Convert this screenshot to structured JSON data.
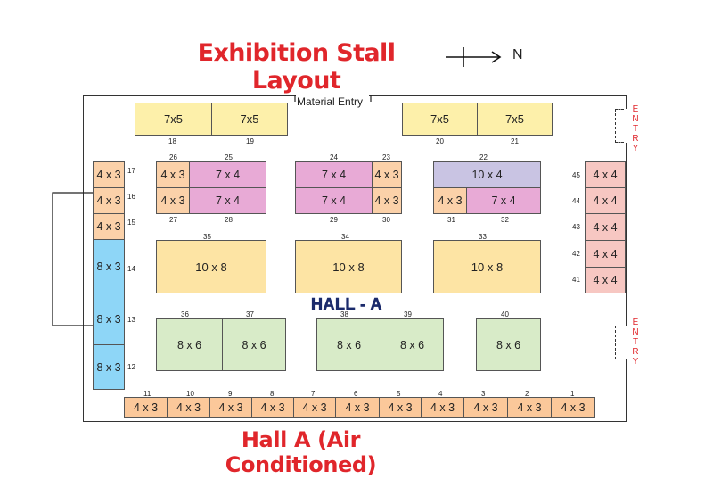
{
  "title": "Exhibition Stall Layout",
  "subtitle": "Hall  A (Air Conditioned)",
  "compass": {
    "label": "N"
  },
  "hall_label": "HALL - A",
  "material_entry": "Material Entry",
  "entry_word": "ENTRY",
  "colors": {
    "title_red": "#e0262b",
    "orange": "#fbd1a9",
    "yellow": "#fde4a4",
    "green": "#d8ebc8",
    "pink": "#e8aad6",
    "lavender": "#c9c4e3",
    "blue": "#8ed6f7",
    "salmon": "#f7c7c2",
    "beige": "#fdf0aa"
  },
  "stalls": {
    "s1": {
      "num": "1",
      "size": "4 x 3"
    },
    "s2": {
      "num": "2",
      "size": "4 x 3"
    },
    "s3": {
      "num": "3",
      "size": "4 x 3"
    },
    "s4": {
      "num": "4",
      "size": "4 x 3"
    },
    "s5": {
      "num": "5",
      "size": "4 x 3"
    },
    "s6": {
      "num": "6",
      "size": "4 x 3"
    },
    "s7": {
      "num": "7",
      "size": "4 x 3"
    },
    "s8": {
      "num": "8",
      "size": "4 x 3"
    },
    "s9": {
      "num": "9",
      "size": "4 x 3"
    },
    "s10": {
      "num": "10",
      "size": "4 x 3"
    },
    "s11": {
      "num": "11",
      "size": "4 x 3"
    },
    "s12": {
      "num": "12",
      "size": "8 x 3"
    },
    "s13": {
      "num": "13",
      "size": "8 x 3"
    },
    "s14": {
      "num": "14",
      "size": "8 x 3"
    },
    "s15": {
      "num": "15",
      "size": "4 x 3"
    },
    "s16": {
      "num": "16",
      "size": "4 x 3"
    },
    "s17": {
      "num": "17",
      "size": "4 x 3"
    },
    "s18": {
      "num": "18",
      "size": "7x5"
    },
    "s19": {
      "num": "19",
      "size": "7x5"
    },
    "s20": {
      "num": "20",
      "size": "7x5"
    },
    "s21": {
      "num": "21",
      "size": "7x5"
    },
    "s22": {
      "num": "22",
      "size": "10 x 4"
    },
    "s23": {
      "num": "23",
      "size": "4 x 3"
    },
    "s24": {
      "num": "24",
      "size": "7 x 4"
    },
    "s25": {
      "num": "25",
      "size": "7 x 4"
    },
    "s26": {
      "num": "26",
      "size": "4 x 3"
    },
    "s27": {
      "num": "27",
      "size": "4 x 3"
    },
    "s28": {
      "num": "28",
      "size": "7 x 4"
    },
    "s29": {
      "num": "29",
      "size": "7 x 4"
    },
    "s30": {
      "num": "30",
      "size": "4 x 3"
    },
    "s31": {
      "num": "31",
      "size": "4 x 3"
    },
    "s32": {
      "num": "32",
      "size": "7 x 4"
    },
    "s33": {
      "num": "33",
      "size": "10 x 8"
    },
    "s34": {
      "num": "34",
      "size": "10 x 8"
    },
    "s35": {
      "num": "35",
      "size": "10 x 8"
    },
    "s36": {
      "num": "36",
      "size": "8 x 6"
    },
    "s37": {
      "num": "37",
      "size": "8 x 6"
    },
    "s38": {
      "num": "38",
      "size": "8 x 6"
    },
    "s39": {
      "num": "39",
      "size": "8 x 6"
    },
    "s40": {
      "num": "40",
      "size": "8 x 6"
    },
    "s41": {
      "num": "41",
      "size": "4 x 4"
    },
    "s42": {
      "num": "42",
      "size": "4 x 4"
    },
    "s43": {
      "num": "43",
      "size": "4 x 4"
    },
    "s44": {
      "num": "44",
      "size": "4 x 4"
    },
    "s45": {
      "num": "45",
      "size": "4 x 4"
    }
  }
}
